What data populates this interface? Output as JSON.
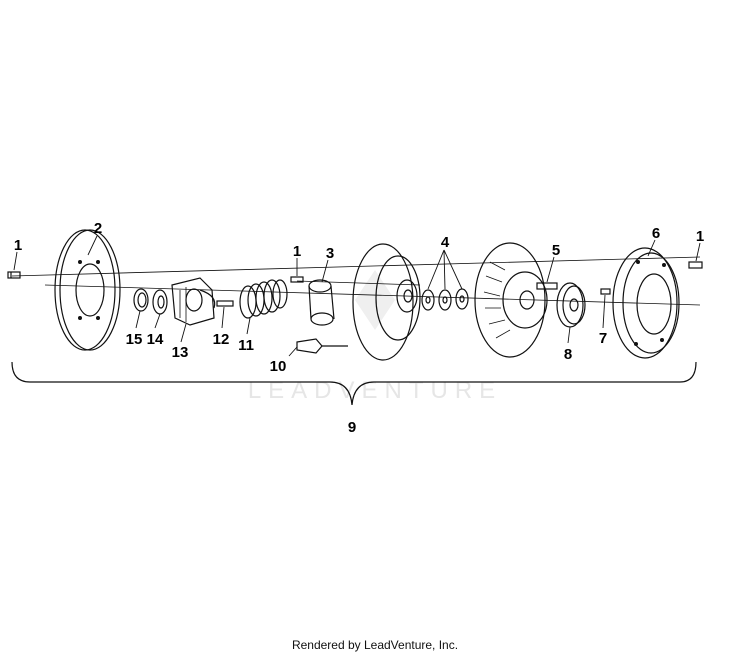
{
  "diagram": {
    "callouts": [
      "1",
      "2",
      "1",
      "3",
      "4",
      "5",
      "6",
      "1",
      "15",
      "14",
      "13",
      "12",
      "11",
      "10",
      "8",
      "7",
      "9"
    ],
    "watermark": "LEADVENTURE"
  },
  "footer": {
    "text": "Rendered by LeadVenture, Inc."
  }
}
